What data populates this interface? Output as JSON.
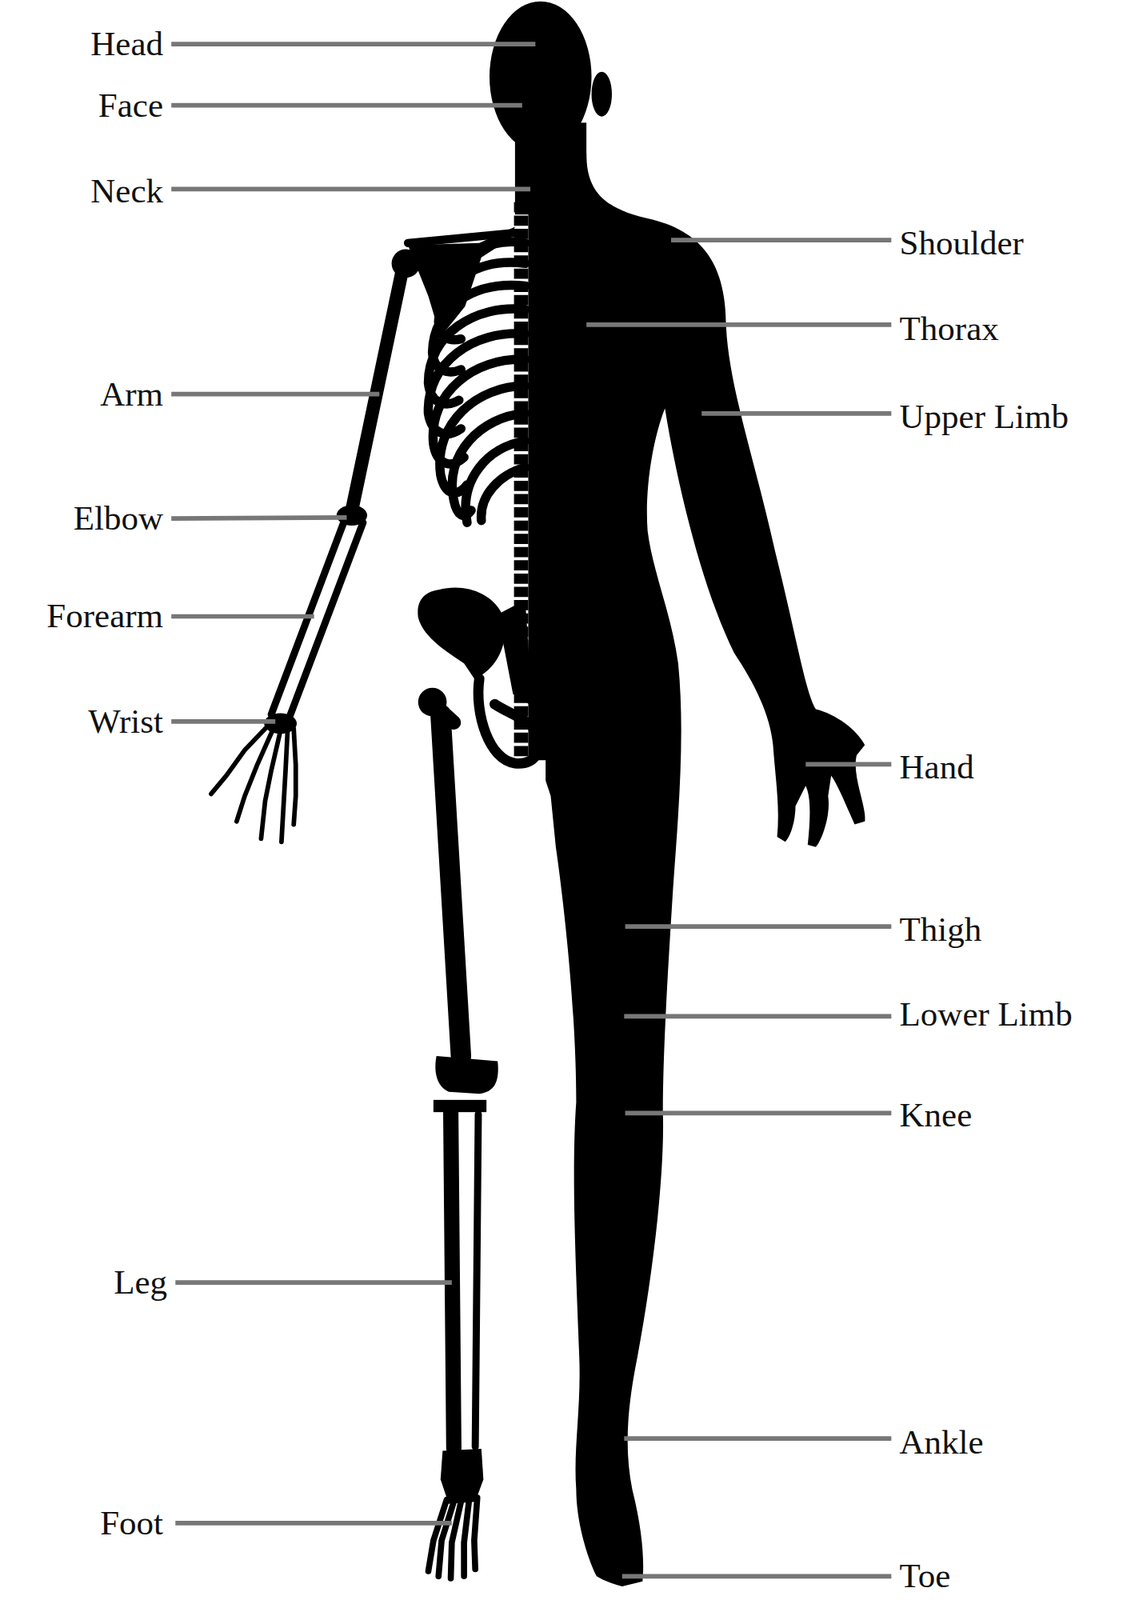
{
  "diagram": {
    "labels": [
      "Head",
      "Face",
      "Neck",
      "Arm",
      "Elbow",
      "Forearm",
      "Wrist",
      "Leg",
      "Foot",
      "Shoulder",
      "Thorax",
      "Upper Limb",
      "Hand",
      "Thigh",
      "Lower Limb",
      "Knee",
      "Ankle",
      "Toe"
    ]
  }
}
